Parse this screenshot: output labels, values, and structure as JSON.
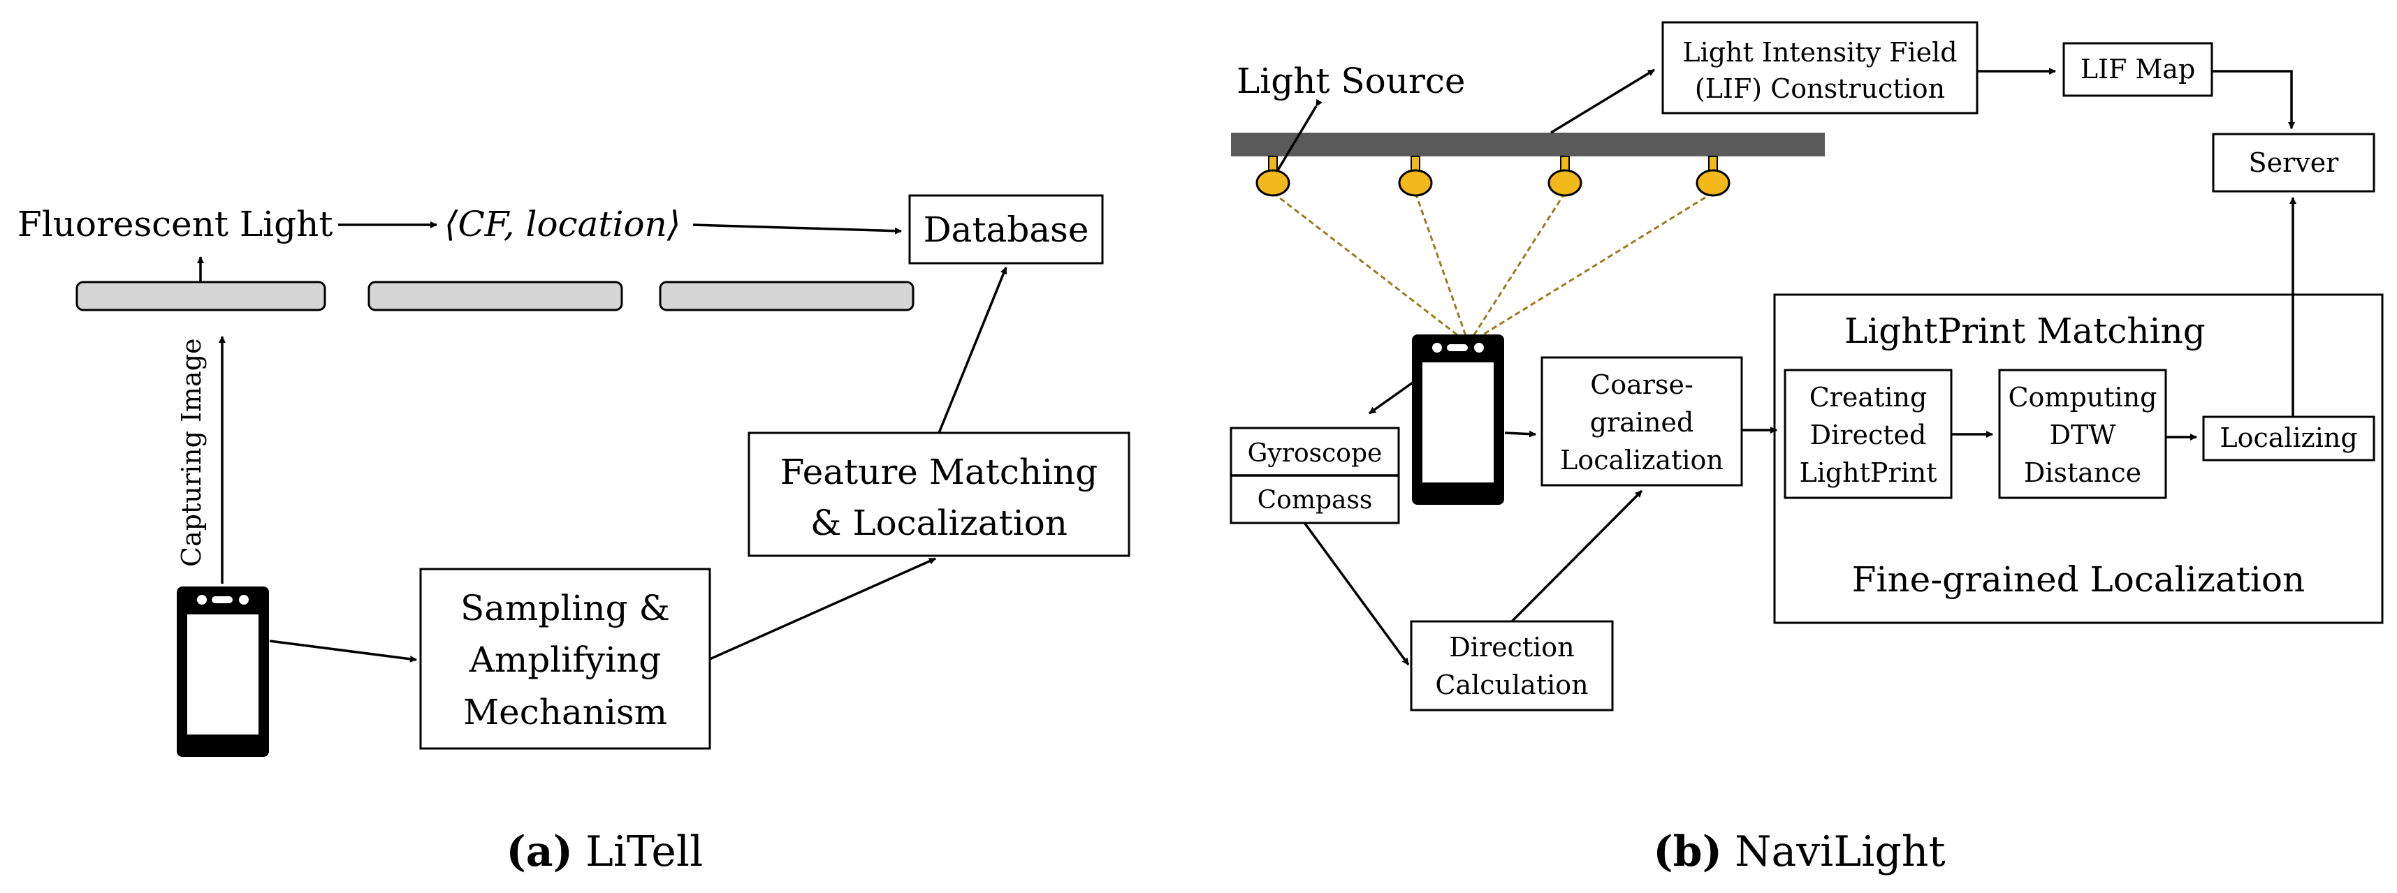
{
  "panel_a": {
    "fluorescent_light": "Fluorescent Light",
    "cf_pair": "⟨CF, location⟩",
    "database": "Database",
    "capturing_image": "Capturing Image",
    "feature_matching_l1": "Feature Matching",
    "feature_matching_l2": "& Localization",
    "sampling_l1": "Sampling &",
    "sampling_l2": "Amplifying",
    "sampling_l3": "Mechanism",
    "caption_tag": "(a)",
    "caption_name": "LiTell"
  },
  "panel_b": {
    "light_source": "Light Source",
    "lif_construction_l1": "Light Intensity Field",
    "lif_construction_l2": "(LIF) Construction",
    "lif_map": "LIF Map",
    "server": "Server",
    "gyroscope": "Gyroscope",
    "compass": "Compass",
    "coarse_l1": "Coarse-",
    "coarse_l2": "grained",
    "coarse_l3": "Localization",
    "direction_l1": "Direction",
    "direction_l2": "Calculation",
    "lightprint_matching": "LightPrint Matching",
    "creating_l1": "Creating",
    "creating_l2": "Directed",
    "creating_l3": "LightPrint",
    "computing_l1": "Computing",
    "computing_l2": "DTW",
    "computing_l3": "Distance",
    "localizing": "Localizing",
    "fine_grained": "Fine-grained Localization",
    "caption_tag": "(b)",
    "caption_name": "NaviLight"
  },
  "colors": {
    "bulb": "#f3b81a",
    "ceiling_bar": "#5a5a5a",
    "tube": "#d6d6d6",
    "ray": "#9c7a1e"
  }
}
